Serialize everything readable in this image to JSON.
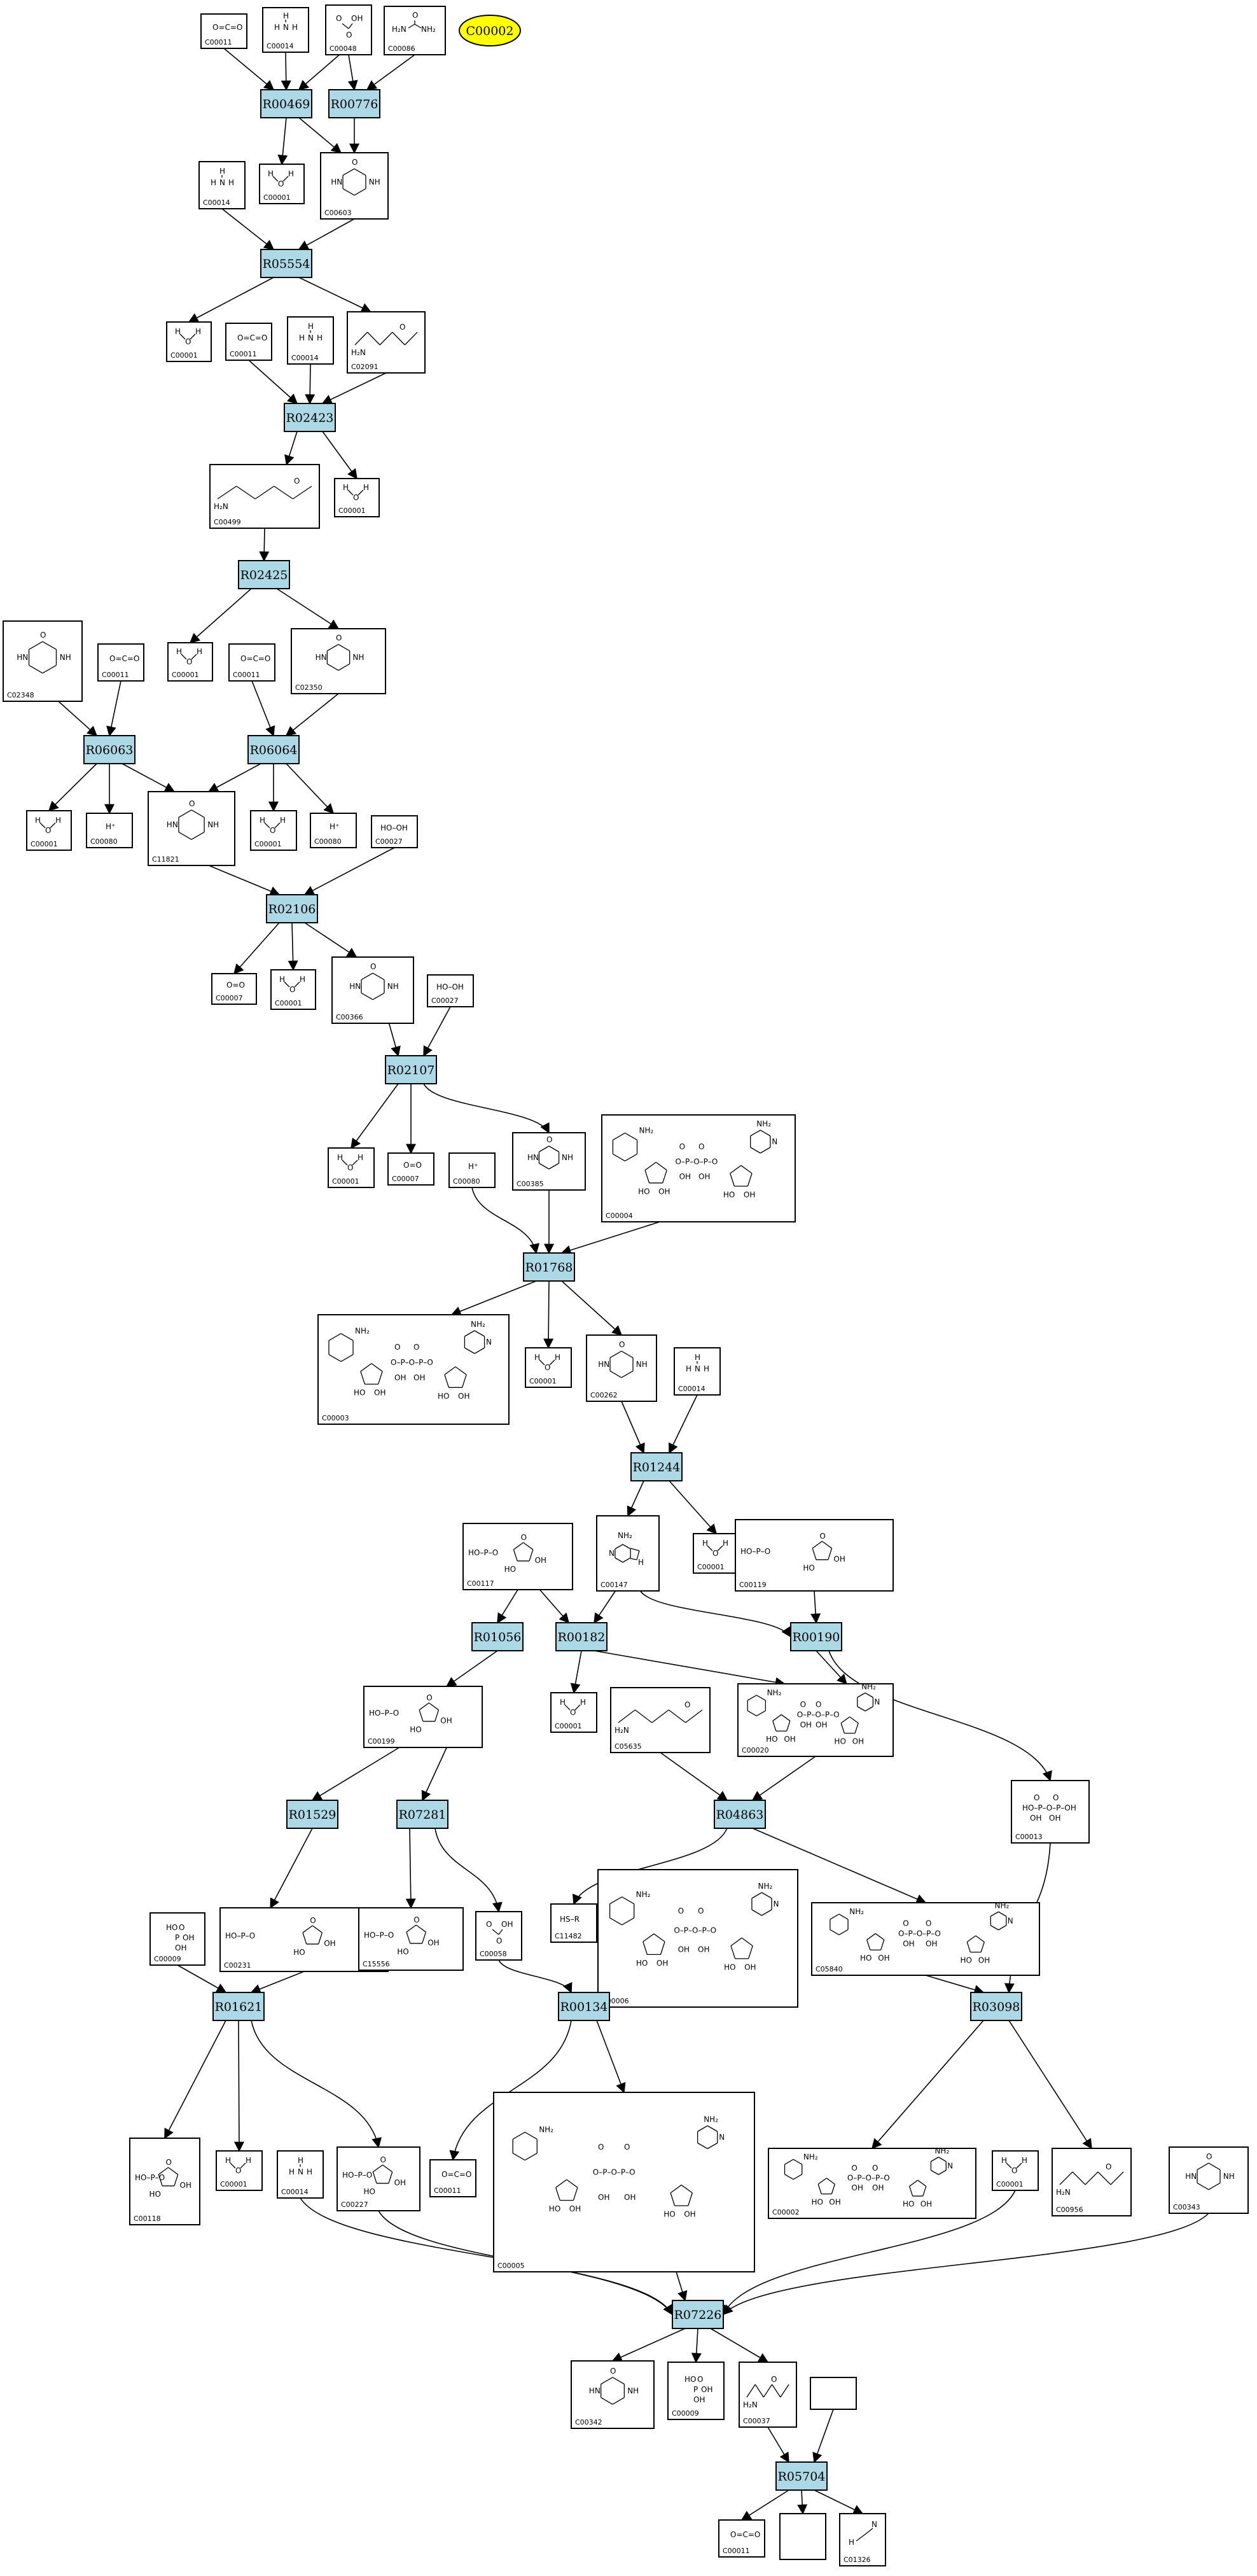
{
  "diagram": {
    "start_compound": "C00002",
    "reactions": [
      "R00469",
      "R00776",
      "R05554",
      "R02423",
      "R02425",
      "R06063",
      "R06064",
      "R02106",
      "R02107",
      "R01768",
      "R01244",
      "R01056",
      "R00182",
      "R00190",
      "R01529",
      "R07281",
      "R04863",
      "R01621",
      "R00134",
      "R03098",
      "R07226",
      "R05704"
    ],
    "compounds": [
      {
        "id": "C00011",
        "formula": "O=C=O"
      },
      {
        "id": "C00014",
        "formula": "H-N(-H)-H"
      },
      {
        "id": "C00048",
        "formula": "O=C-OH / =O"
      },
      {
        "id": "C00086",
        "formula": "H2N-C(=O)-NH2"
      },
      {
        "id": "C00001",
        "formula": "H-O-H"
      },
      {
        "id": "C00603",
        "formula": "urea-dicarboxylic ring"
      },
      {
        "id": "C02091",
        "formula": "H2N"
      },
      {
        "id": "C00499",
        "formula": "H2N ... NH2"
      },
      {
        "id": "C02350",
        "formula": "H2N"
      },
      {
        "id": "C02348",
        "formula": "ring"
      },
      {
        "id": "C00080",
        "formula": "H+"
      },
      {
        "id": "C11821",
        "formula": "ring"
      },
      {
        "id": "C00027",
        "formula": "HO-OH"
      },
      {
        "id": "C00007",
        "formula": "O=O"
      },
      {
        "id": "C00366",
        "formula": "ring"
      },
      {
        "id": "C00385",
        "formula": "ring"
      },
      {
        "id": "C00004",
        "formula": "NADH"
      },
      {
        "id": "C00003",
        "formula": "NAD+"
      },
      {
        "id": "C00262",
        "formula": "ring"
      },
      {
        "id": "C00147",
        "formula": "adenine"
      },
      {
        "id": "C00117",
        "formula": "ribose-5-P"
      },
      {
        "id": "C00119",
        "formula": "PRPP"
      },
      {
        "id": "C00199",
        "formula": "ribulose-5-P"
      },
      {
        "id": "C05635",
        "formula": "HS"
      },
      {
        "id": "C00020",
        "formula": "AMP"
      },
      {
        "id": "C00231",
        "formula": "xylulose-5-P"
      },
      {
        "id": "C15556",
        "formula": "P"
      },
      {
        "id": "C00058",
        "formula": "formate"
      },
      {
        "id": "C11482",
        "formula": "HS-R"
      },
      {
        "id": "C00006",
        "formula": "NADP+"
      },
      {
        "id": "C05840",
        "formula": "ring"
      },
      {
        "id": "C00013",
        "formula": "pyrophosphate"
      },
      {
        "id": "C00009",
        "formula": "phosphate"
      },
      {
        "id": "C00118",
        "formula": "glyceraldehyde-3-P"
      },
      {
        "id": "C00227",
        "formula": "acetyl phosphate"
      },
      {
        "id": "C00005",
        "formula": "NADPH"
      },
      {
        "id": "C00002",
        "formula": "ATP"
      },
      {
        "id": "C00956",
        "formula": "2-aminoadipate"
      },
      {
        "id": "C00343",
        "formula": "thioredoxin disulfide"
      },
      {
        "id": "C00342",
        "formula": "thioredoxin"
      },
      {
        "id": "C00037",
        "formula": "glycine"
      },
      {
        "id": "C01326",
        "formula": "HCN"
      }
    ]
  }
}
